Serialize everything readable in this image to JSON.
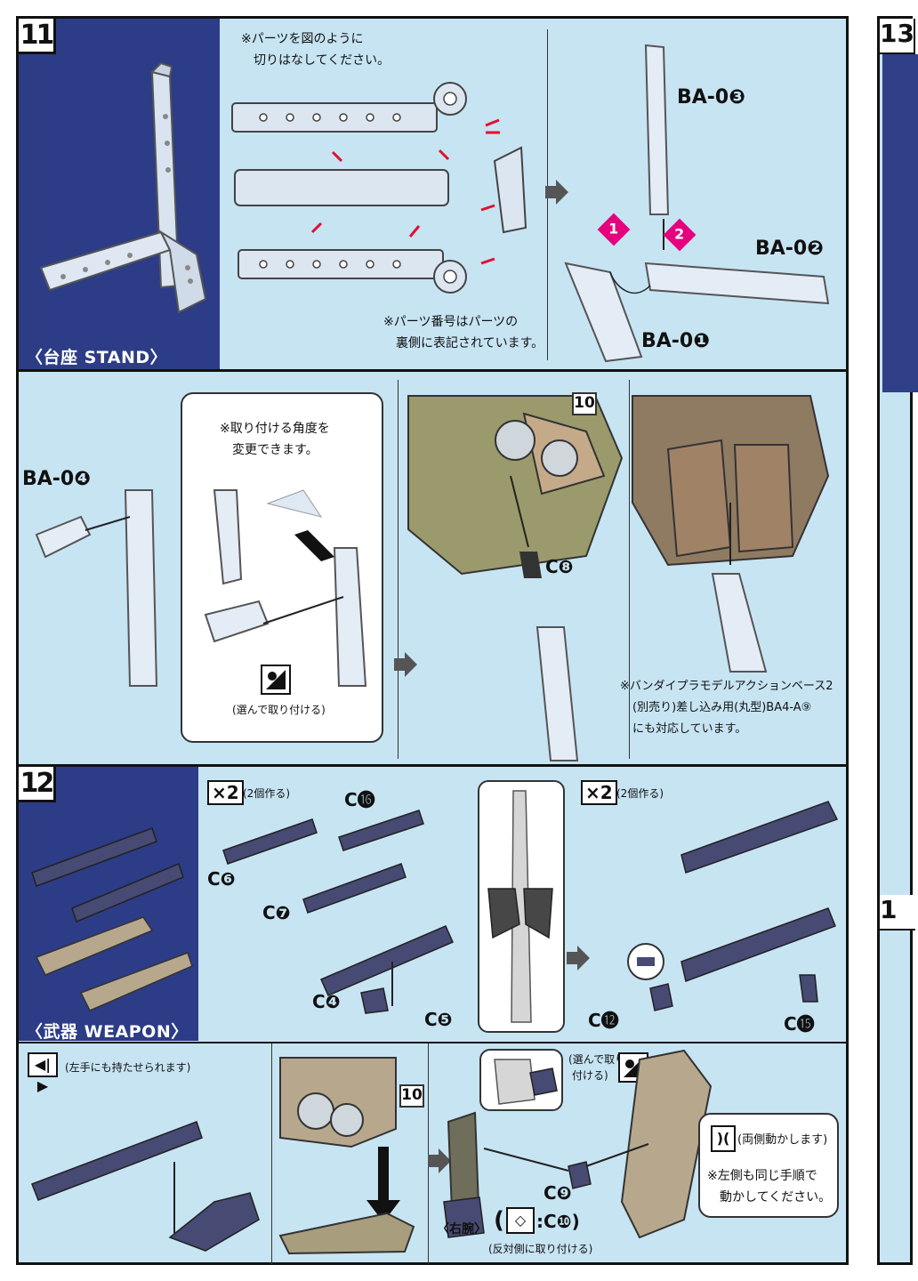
{
  "step11": {
    "number": "11",
    "panel_label": "〈台座 STAND〉",
    "note_cut_1": "※パーツを図のように",
    "note_cut_2": "切りはなしてください。",
    "note_number_1": "※パーツ番号はパーツの",
    "note_number_2": "裏側に表記されています。",
    "parts": [
      "BA-0❸",
      "BA-0❷",
      "BA-0❶",
      "BA-0❹"
    ],
    "badges": [
      "1",
      "2"
    ],
    "angle_note_1": "※取り付ける角度を",
    "angle_note_2": "変更できます。",
    "choose_note": "(選んで取り付ける)",
    "ref_step": "10",
    "c8": "C❽",
    "action_base_note_1": "※バンダイプラモデルアクションベース2",
    "action_base_note_2": "(別売り)差し込み用(丸型)BA4-A⑨",
    "action_base_note_3": "にも対応しています。"
  },
  "step12": {
    "number": "12",
    "panel_label": "〈武器 WEAPON〉",
    "x2_label": "×2",
    "x2_note": "(2個作る)",
    "parts_left": [
      "C⓰",
      "C❻",
      "C❼",
      "C❹",
      "C❺"
    ],
    "parts_right": [
      "C⓬",
      "C⓯"
    ],
    "left_hand_note": "(左手にも持たせられます)",
    "ref_step": "10",
    "choose_note_1": "(選んで取り",
    "choose_note_2": "付ける)",
    "c9": "C❾",
    "c10": ":C❿)",
    "right_arm": "〈右腕〉",
    "opposite_note": "(反対側に取り付ける)",
    "both_move_note": "(両側動かします)",
    "same_proc_1": "※左側も同じ手順で",
    "same_proc_2": "動かしてください。"
  },
  "next_sheet": {
    "number_top": "13",
    "number_bottom": "1"
  }
}
